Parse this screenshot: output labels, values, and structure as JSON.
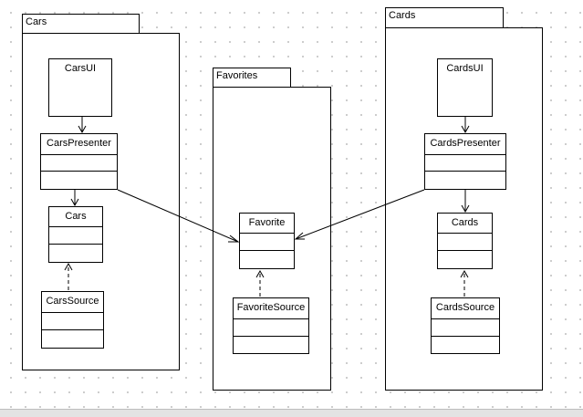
{
  "packages": {
    "cars": "Cars",
    "favorites": "Favorites",
    "cards": "Cards"
  },
  "classes": {
    "cars_ui": "CarsUI",
    "cars_presenter": "CarsPresenter",
    "cars": "Cars",
    "cars_source": "CarsSource",
    "favorite": "Favorite",
    "favorite_source": "FavoriteSource",
    "cards_ui": "CardsUI",
    "cards_presenter": "CardsPresenter",
    "cards": "Cards",
    "cards_source": "CardsSource"
  },
  "colors": {
    "line": "#000000",
    "background": "#ffffff",
    "grid_dot": "#c9c9c9"
  }
}
